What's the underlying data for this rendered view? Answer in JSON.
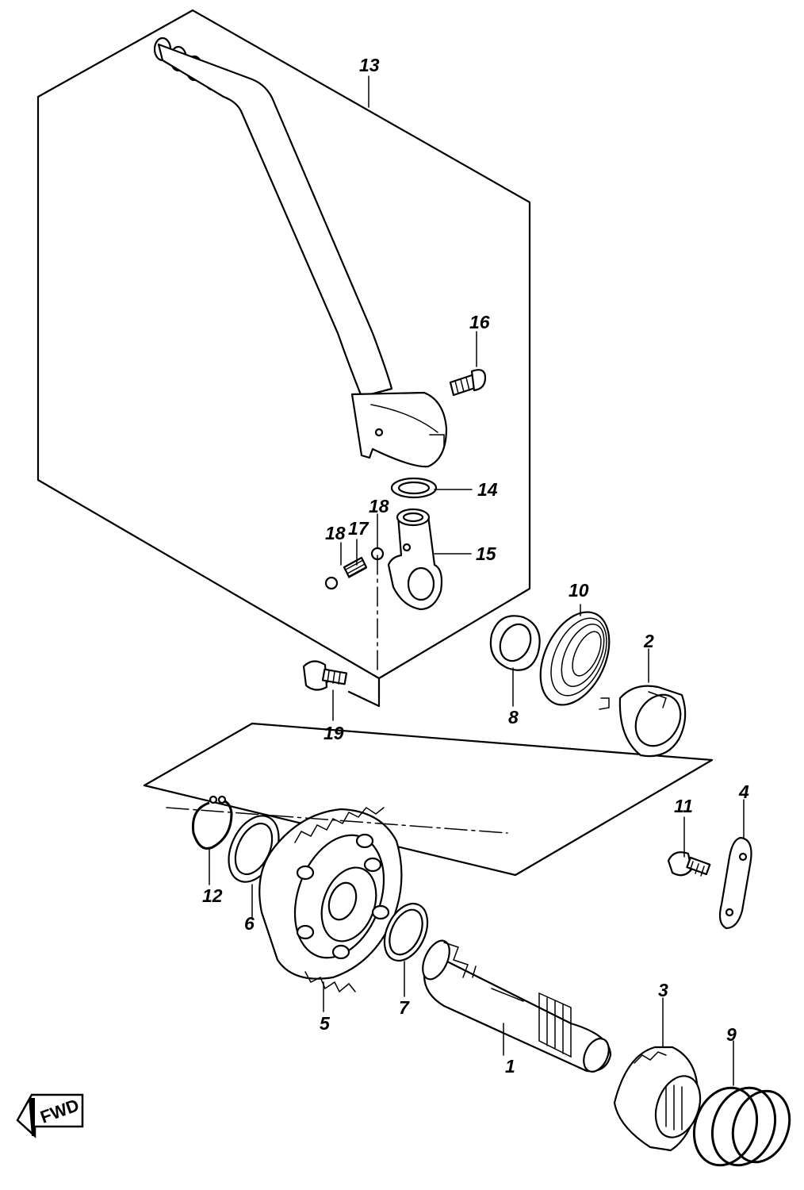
{
  "callouts": [
    {
      "key": "p1",
      "text": "1"
    },
    {
      "key": "p2",
      "text": "2"
    },
    {
      "key": "p3",
      "text": "3"
    },
    {
      "key": "p4",
      "text": "4"
    },
    {
      "key": "p5",
      "text": "5"
    },
    {
      "key": "p6",
      "text": "6"
    },
    {
      "key": "p7",
      "text": "7"
    },
    {
      "key": "p8",
      "text": "8"
    },
    {
      "key": "p9",
      "text": "9"
    },
    {
      "key": "p10",
      "text": "10"
    },
    {
      "key": "p11",
      "text": "11"
    },
    {
      "key": "p12",
      "text": "12"
    },
    {
      "key": "p13",
      "text": "13"
    },
    {
      "key": "p14",
      "text": "14"
    },
    {
      "key": "p15",
      "text": "15"
    },
    {
      "key": "p16",
      "text": "16"
    },
    {
      "key": "p17",
      "text": "17"
    },
    {
      "key": "p18a",
      "text": "18"
    },
    {
      "key": "p18b",
      "text": "18"
    },
    {
      "key": "p19",
      "text": "19"
    }
  ],
  "fwd_badge": {
    "text": "FWD"
  }
}
